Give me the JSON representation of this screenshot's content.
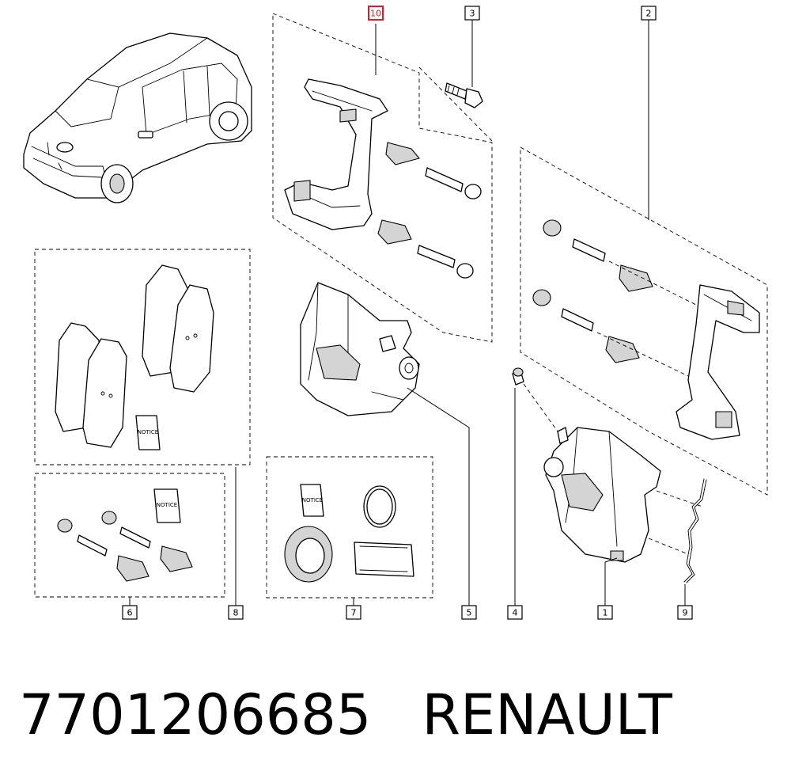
{
  "diagram": {
    "callouts": [
      {
        "id": "callout-10",
        "label": "10",
        "highlight": true
      },
      {
        "id": "callout-3",
        "label": "3",
        "highlight": false
      },
      {
        "id": "callout-2",
        "label": "2",
        "highlight": false
      },
      {
        "id": "callout-6",
        "label": "6",
        "highlight": false
      },
      {
        "id": "callout-8",
        "label": "8",
        "highlight": false
      },
      {
        "id": "callout-7",
        "label": "7",
        "highlight": false
      },
      {
        "id": "callout-5",
        "label": "5",
        "highlight": false
      },
      {
        "id": "callout-4",
        "label": "4",
        "highlight": false
      },
      {
        "id": "callout-1",
        "label": "1",
        "highlight": false
      },
      {
        "id": "callout-9",
        "label": "9",
        "highlight": false
      }
    ],
    "notice_label": "NOTICE",
    "highlight_color": "#d0202a"
  },
  "footer": {
    "part_number": "7701206685",
    "brand": "RENAULT"
  }
}
